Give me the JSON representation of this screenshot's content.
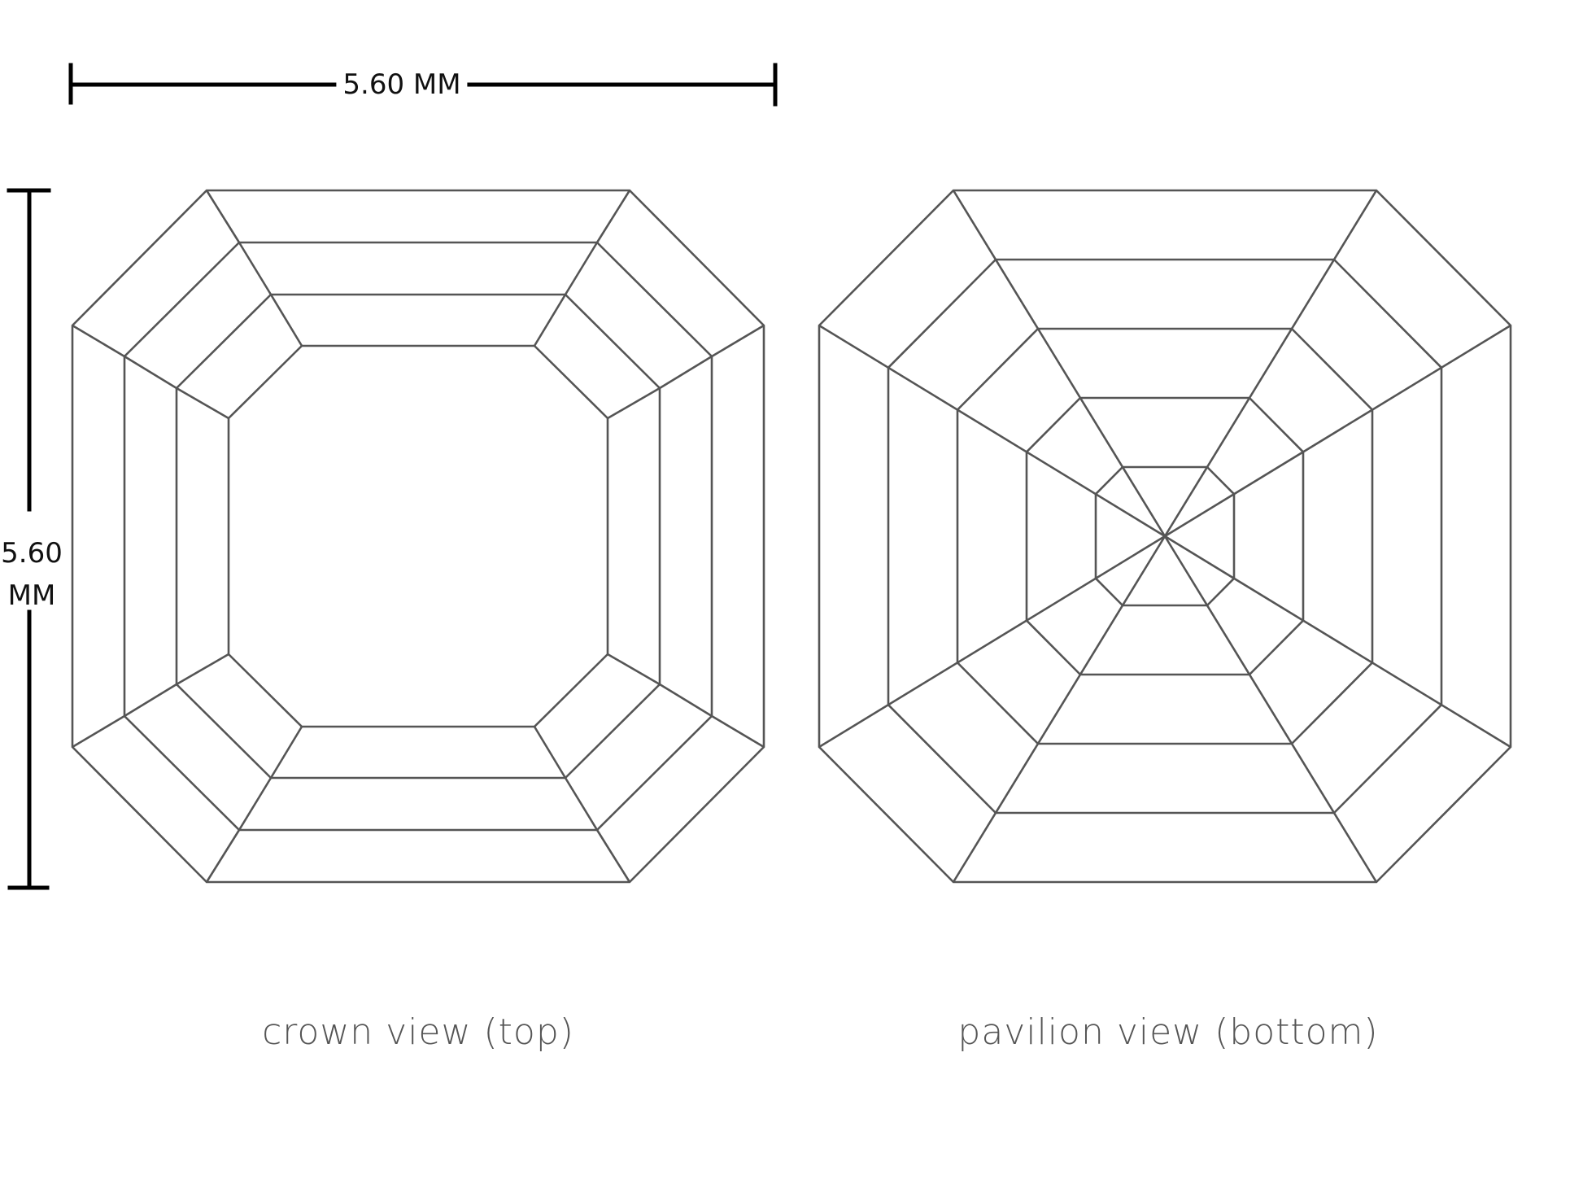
{
  "dimensions": {
    "width_label": "5.60 MM",
    "height_label_line1": "5.60",
    "height_label_line2": "MM"
  },
  "views": [
    {
      "id": "crown",
      "label": "crown view (top)"
    },
    {
      "id": "pavilion",
      "label": "pavilion view (bottom)"
    }
  ],
  "colors": {
    "facet_stroke": "#555555",
    "dimension_stroke": "#000000",
    "label_text": "#555555",
    "background": "#ffffff"
  }
}
